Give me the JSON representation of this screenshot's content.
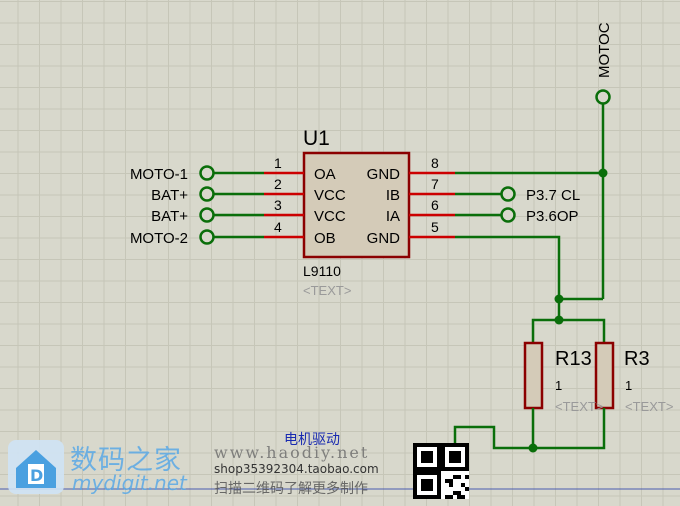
{
  "component": {
    "ref": "U1",
    "part": "L9110",
    "text_placeholder": "<TEXT>",
    "pins_left": [
      {
        "num": "1",
        "name": "OA"
      },
      {
        "num": "2",
        "name": "VCC"
      },
      {
        "num": "3",
        "name": "VCC"
      },
      {
        "num": "4",
        "name": "OB"
      }
    ],
    "pins_right": [
      {
        "num": "8",
        "name": "GND"
      },
      {
        "num": "7",
        "name": "IB"
      },
      {
        "num": "6",
        "name": "IA"
      },
      {
        "num": "5",
        "name": "GND"
      }
    ]
  },
  "terminals_left": [
    "MOTO-1",
    "BAT+",
    "BAT+",
    "MOTO-2"
  ],
  "terminals_right": [
    "P3.7 CL",
    "P3.6OP"
  ],
  "terminal_top": "MOTOC",
  "resistors": [
    {
      "ref": "R13",
      "value": "1",
      "text": "<TEXT>"
    },
    {
      "ref": "R3",
      "value": "1",
      "text": "<TEXT>"
    }
  ],
  "watermark": {
    "title": "电机驱动",
    "logo_cn": "数码之家",
    "logo_en": "mydigit.net",
    "site": "www.haodiy.net",
    "shop": "shop35392304.taobao.com",
    "qr_note": "扫描二维码了解更多制作"
  },
  "colors": {
    "wire": "#0a6e0a",
    "body": "#8b0000",
    "body_fill": "#d4cbb8",
    "pin_stub": "#cc0000",
    "text": "#000000",
    "placeholder": "#9a9a9a"
  }
}
